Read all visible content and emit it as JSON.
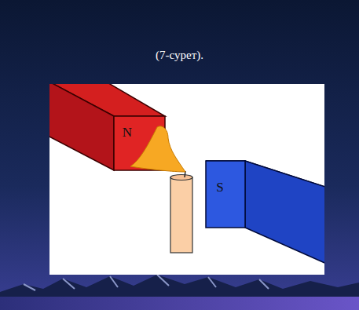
{
  "diagram": {
    "title": "(7-сурет).",
    "nodes": [
      {
        "text": [
          "N"
        ]
      },
      {
        "text": [
          "S"
        ]
      }
    ]
  }
}
